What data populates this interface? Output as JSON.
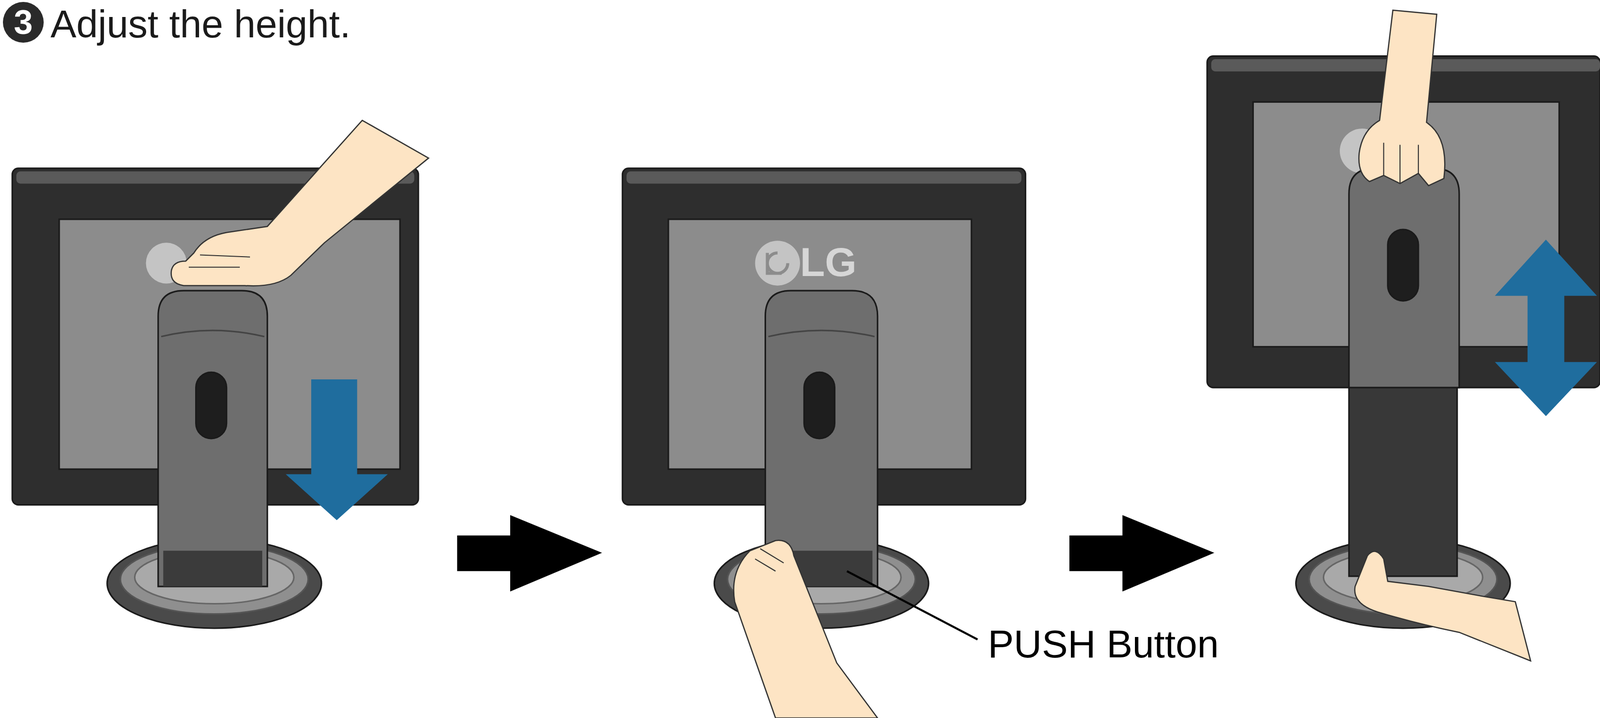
{
  "diagram": {
    "title": "Adjust the height.",
    "labels": [
      "3",
      "LG",
      "PUSH Button"
    ]
  }
}
